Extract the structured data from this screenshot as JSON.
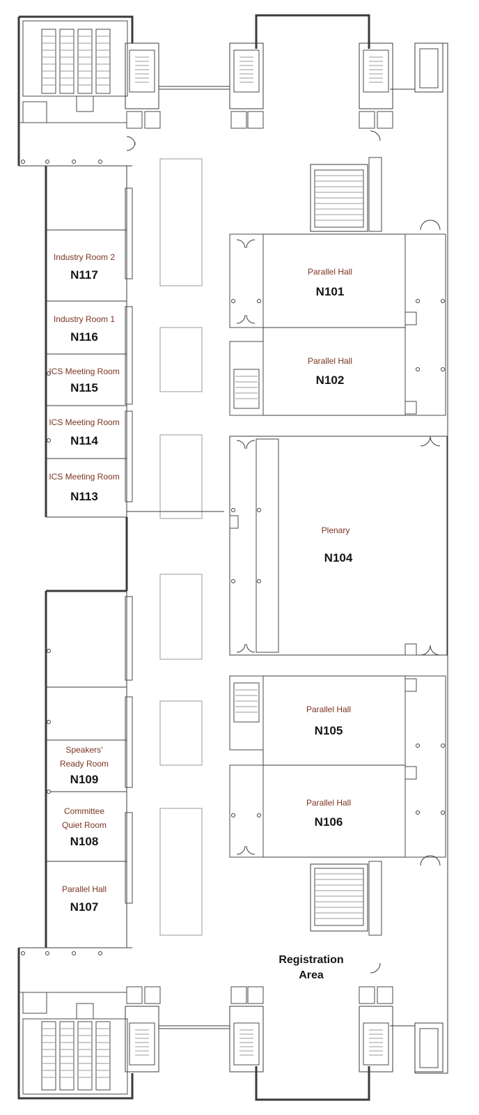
{
  "rooms": [
    {
      "id": "n117",
      "name": "Industry Room 2",
      "number": "N117"
    },
    {
      "id": "n116",
      "name": "Industry Room 1",
      "number": "N116"
    },
    {
      "id": "n115",
      "name": "ICS Meeting Room",
      "number": "N115"
    },
    {
      "id": "n114",
      "name": "ICS Meeting Room",
      "number": "N114"
    },
    {
      "id": "n113",
      "name": "ICS Meeting Room",
      "number": "N113"
    },
    {
      "id": "n109",
      "name_line1": "Speakers’",
      "name_line2": "Ready Room",
      "number": "N109"
    },
    {
      "id": "n108",
      "name_line1": "Committee",
      "name_line2": "Quiet Room",
      "number": "N108"
    },
    {
      "id": "n107",
      "name": "Parallel Hall",
      "number": "N107"
    },
    {
      "id": "n101",
      "name": "Parallel Hall",
      "number": "N101"
    },
    {
      "id": "n102",
      "name": "Parallel Hall",
      "number": "N102"
    },
    {
      "id": "n104",
      "name": "Plenary",
      "number": "N104"
    },
    {
      "id": "n105",
      "name": "Parallel Hall",
      "number": "N105"
    },
    {
      "id": "n106",
      "name": "Parallel Hall",
      "number": "N106"
    }
  ],
  "areas": {
    "registration_line1": "Registration",
    "registration_line2": "Area"
  },
  "colors": {
    "room_name": "#7a3320",
    "room_number": "#151515",
    "walls": "#3a3a3a"
  }
}
